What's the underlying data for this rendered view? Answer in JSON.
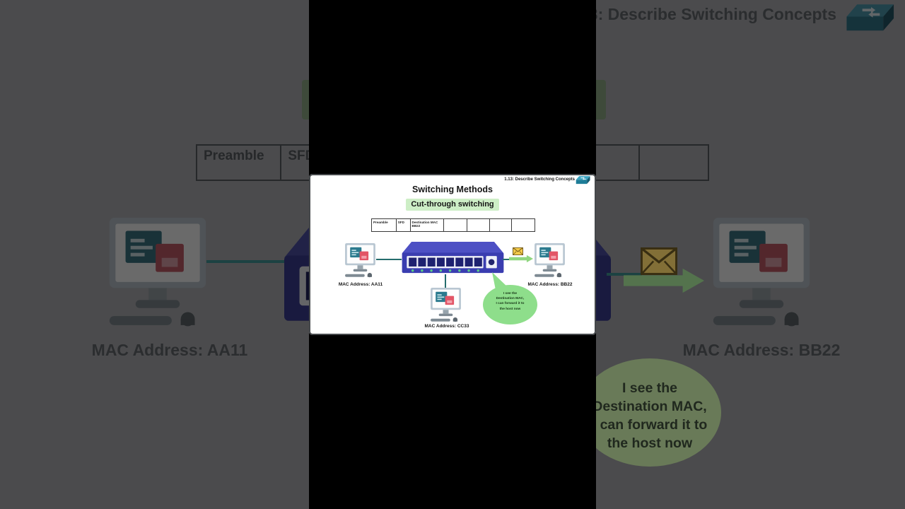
{
  "slide": {
    "header": "1.13: Describe Switching Concepts",
    "title": "Switching Methods",
    "subtitle": "Cut-through switching",
    "frame_table": {
      "columns": [
        {
          "label": "Preamble",
          "sub": ""
        },
        {
          "label": "SFD",
          "sub": ""
        },
        {
          "label": "Destination MAC",
          "sub": "BB22"
        },
        {
          "label": "",
          "sub": ""
        },
        {
          "label": "",
          "sub": ""
        },
        {
          "label": "",
          "sub": ""
        },
        {
          "label": "",
          "sub": ""
        }
      ]
    },
    "devices": {
      "left_label": "MAC Address: AA11",
      "right_label": "MAC Address: BB22",
      "bottom_label": "MAC Address: CC33"
    },
    "bubble_lines": [
      "I see the",
      "Destination MAC,",
      "I can forward it to",
      "the host now"
    ],
    "icons": {
      "header_icon": "network-switch-icon",
      "host_icon": "desktop-computer-icon",
      "switch_device": "ethernet-switch-8port-icon",
      "message_icon": "envelope-icon",
      "flow_icon": "green-arrow-right-icon"
    }
  },
  "colors": {
    "slide_bg": "#ffffff",
    "highlight_green": "#cdeec6",
    "bubble_green": "#8ede8b",
    "bubble_text": "#173617",
    "switch_blue": "#3a3db0",
    "switch_blue_top": "#4d50c4",
    "port_navy": "#1e2170",
    "led_green": "#5ad084",
    "arrow_green": "#8fd67f",
    "envelope_gold": "#f4ca4a",
    "cable_teal": "#256d6d",
    "monitor_gray": "#b9c7d2",
    "window_teal": "#2b7a8e",
    "window_red": "#e25566",
    "backdrop_gray": "#4b4b4d",
    "letterbox_black": "#000000"
  }
}
